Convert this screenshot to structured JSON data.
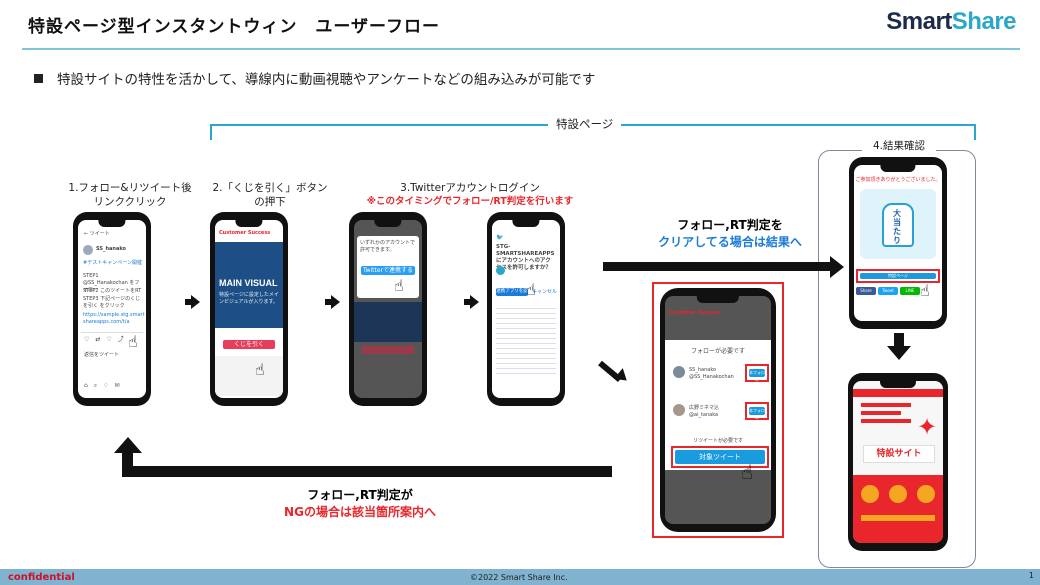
{
  "header": {
    "title": "特設ページ型インスタントウィン　ユーザーフロー",
    "logo_part1": "Smart",
    "logo_part2": "Share"
  },
  "lead": "特設サイトの特性を活かして、導線内に動画視聴やアンケートなどの組み込みが可能です",
  "bracket_label": "特設ページ",
  "steps": {
    "s1_line1": "1.フォロー&リツイート後",
    "s1_line2": "リンククリック",
    "s2_line1": "2.「くじを引く」ボタン",
    "s2_line2": "の押下",
    "s3_line1": "3.Twitterアカウントログイン",
    "s3_line2": "※このタイミングでフォロー/RT判定を行います",
    "s4": "4.結果確認"
  },
  "clear": {
    "line1": "フォロー,RT判定を",
    "line2": "クリアしてる場合は結果へ"
  },
  "ng": {
    "line1": "フォロー,RT判定が",
    "line2": "NGの場合は該当箇所案内へ"
  },
  "phone1": {
    "header": "ツイート",
    "campaign": "#テストキャンペーン開催",
    "step1": "STEP1 @SS_Hanakochan をフォロー",
    "step2": "STEP2 このツイートをRT",
    "step3": "STEP3 下記ページのくじを引く をクリック",
    "footer": "返信をツイート"
  },
  "phone2": {
    "brand": "Customer Success",
    "main_visual": "MAIN VISUAL",
    "sub": "特設ページに設定したメインビジュアルが入ります。",
    "button": "くじを引く"
  },
  "phone3": {
    "dialog": "いずれかのアカウントで許可できます。",
    "button": "Twitterで連携する"
  },
  "phone4": {
    "title": "STG-SMARTSHAREAPPSにアカウントへのアクセスを許可しますか？",
    "allow": "連携アプリを認証",
    "cancel": "キャンセル"
  },
  "phone5": {
    "brand": "Customer Success",
    "need_follow": "フォローが必要です",
    "user1": "SS_hanako",
    "user1_id": "@SS_Hanakochan",
    "user2": "広野ミネマ込",
    "user2_id": "@ai_tanaka",
    "follow_btn": "本フォロー",
    "need_rt": "リツイートが必要です",
    "rt_button": "対象ツイート"
  },
  "phone6": {
    "congrats": "ご参加頂きありがとうございました。",
    "win": "大当たり",
    "result_btn": "特設ページ",
    "share1": "Share",
    "share2": "Tweet",
    "share3": "LINE"
  },
  "phone7": {
    "label": "特設サイト"
  },
  "footer": {
    "confidential": "confidential",
    "copyright": "©2022 Smart Share Inc.",
    "page": "1"
  }
}
